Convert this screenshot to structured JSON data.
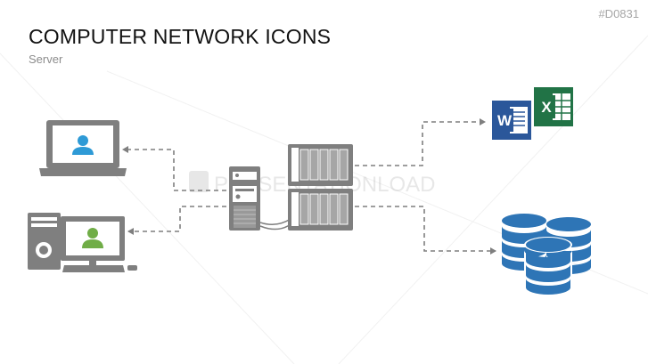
{
  "slide_id": "#D0831",
  "title": "COMPUTER NETWORK ICONS",
  "subtitle": "Server",
  "watermark": "PRESENTATIONLOAD",
  "colors": {
    "device_gray": "#7f7f7f",
    "screen_blue": "#2e75b6",
    "user_blue": "#2e9ad6",
    "user_green": "#70ad47",
    "database_blue": "#2e75b6",
    "word_blue": "#2b579a",
    "excel_green": "#217346",
    "connector": "#7f7f7f"
  },
  "icons": {
    "laptop": "laptop-icon",
    "desktop": "desktop-computer-icon",
    "tower_server": "tower-server-icon",
    "rack_server": "rack-server-icon",
    "word": "word-document-icon",
    "excel": "excel-document-icon",
    "database": "database-icon"
  },
  "word_letter": "W",
  "excel_letter": "X"
}
